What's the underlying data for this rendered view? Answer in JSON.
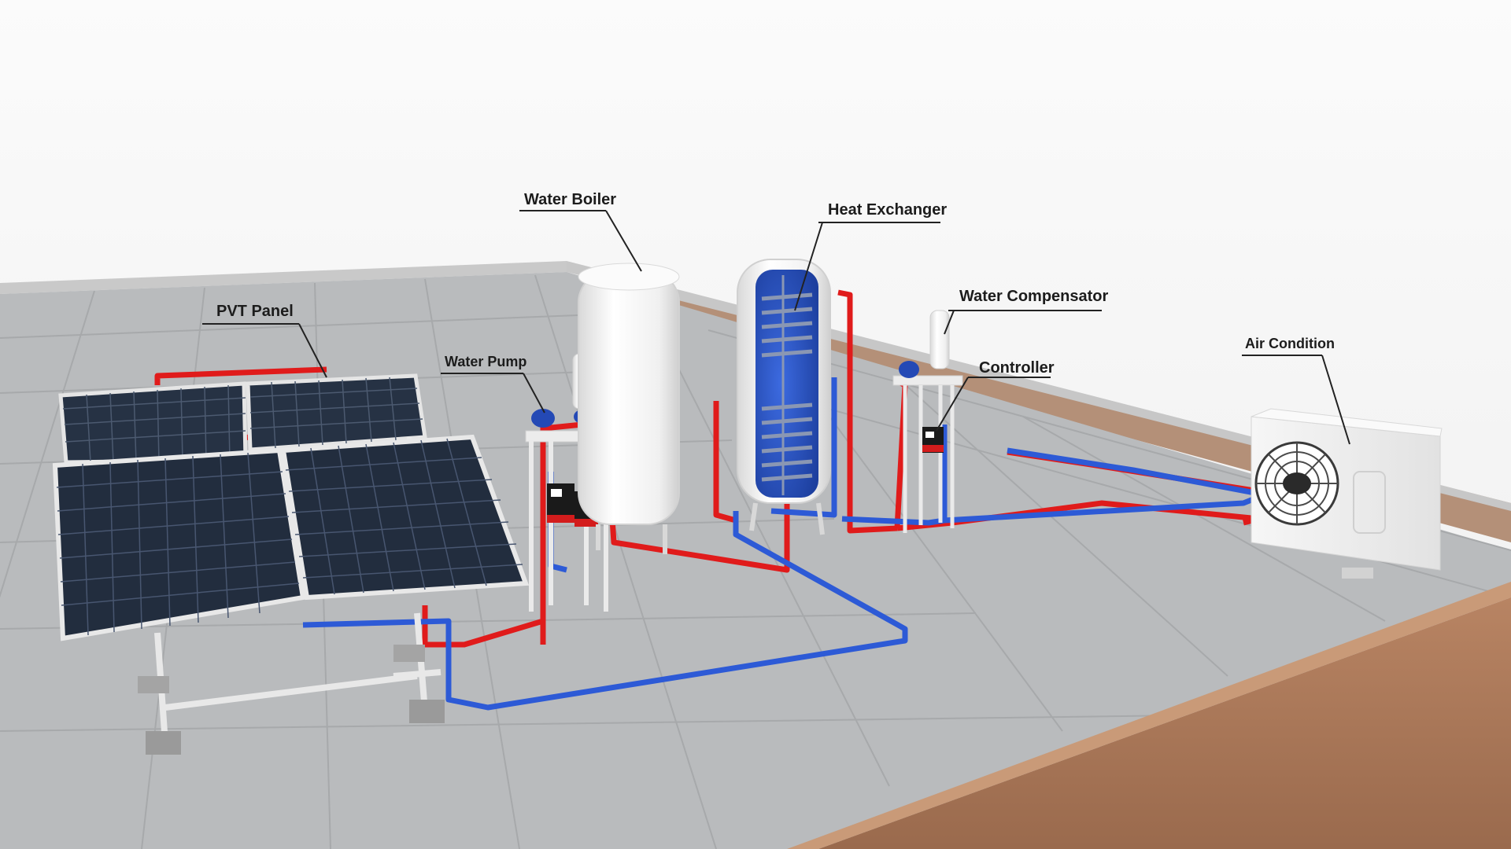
{
  "diagram": {
    "labels": {
      "water_boiler": "Water Boiler",
      "heat_exchanger": "Heat Exchanger",
      "pvt_panel": "PVT Panel",
      "water_pump": "Water Pump",
      "water_compensator": "Water Compensator",
      "controller": "Controller",
      "air_condition": "Air Condition"
    },
    "colors": {
      "hot_pipe": "#e01b1b",
      "cold_pipe": "#2d5ad6",
      "panel_cell": "#1f2a3a",
      "tank": "#f7f7f7",
      "exchanger_interior": "#2a55c9",
      "floor_tile": "#b9bbbd",
      "soil": "#a8785a",
      "wall": "#f4f4f4"
    }
  }
}
